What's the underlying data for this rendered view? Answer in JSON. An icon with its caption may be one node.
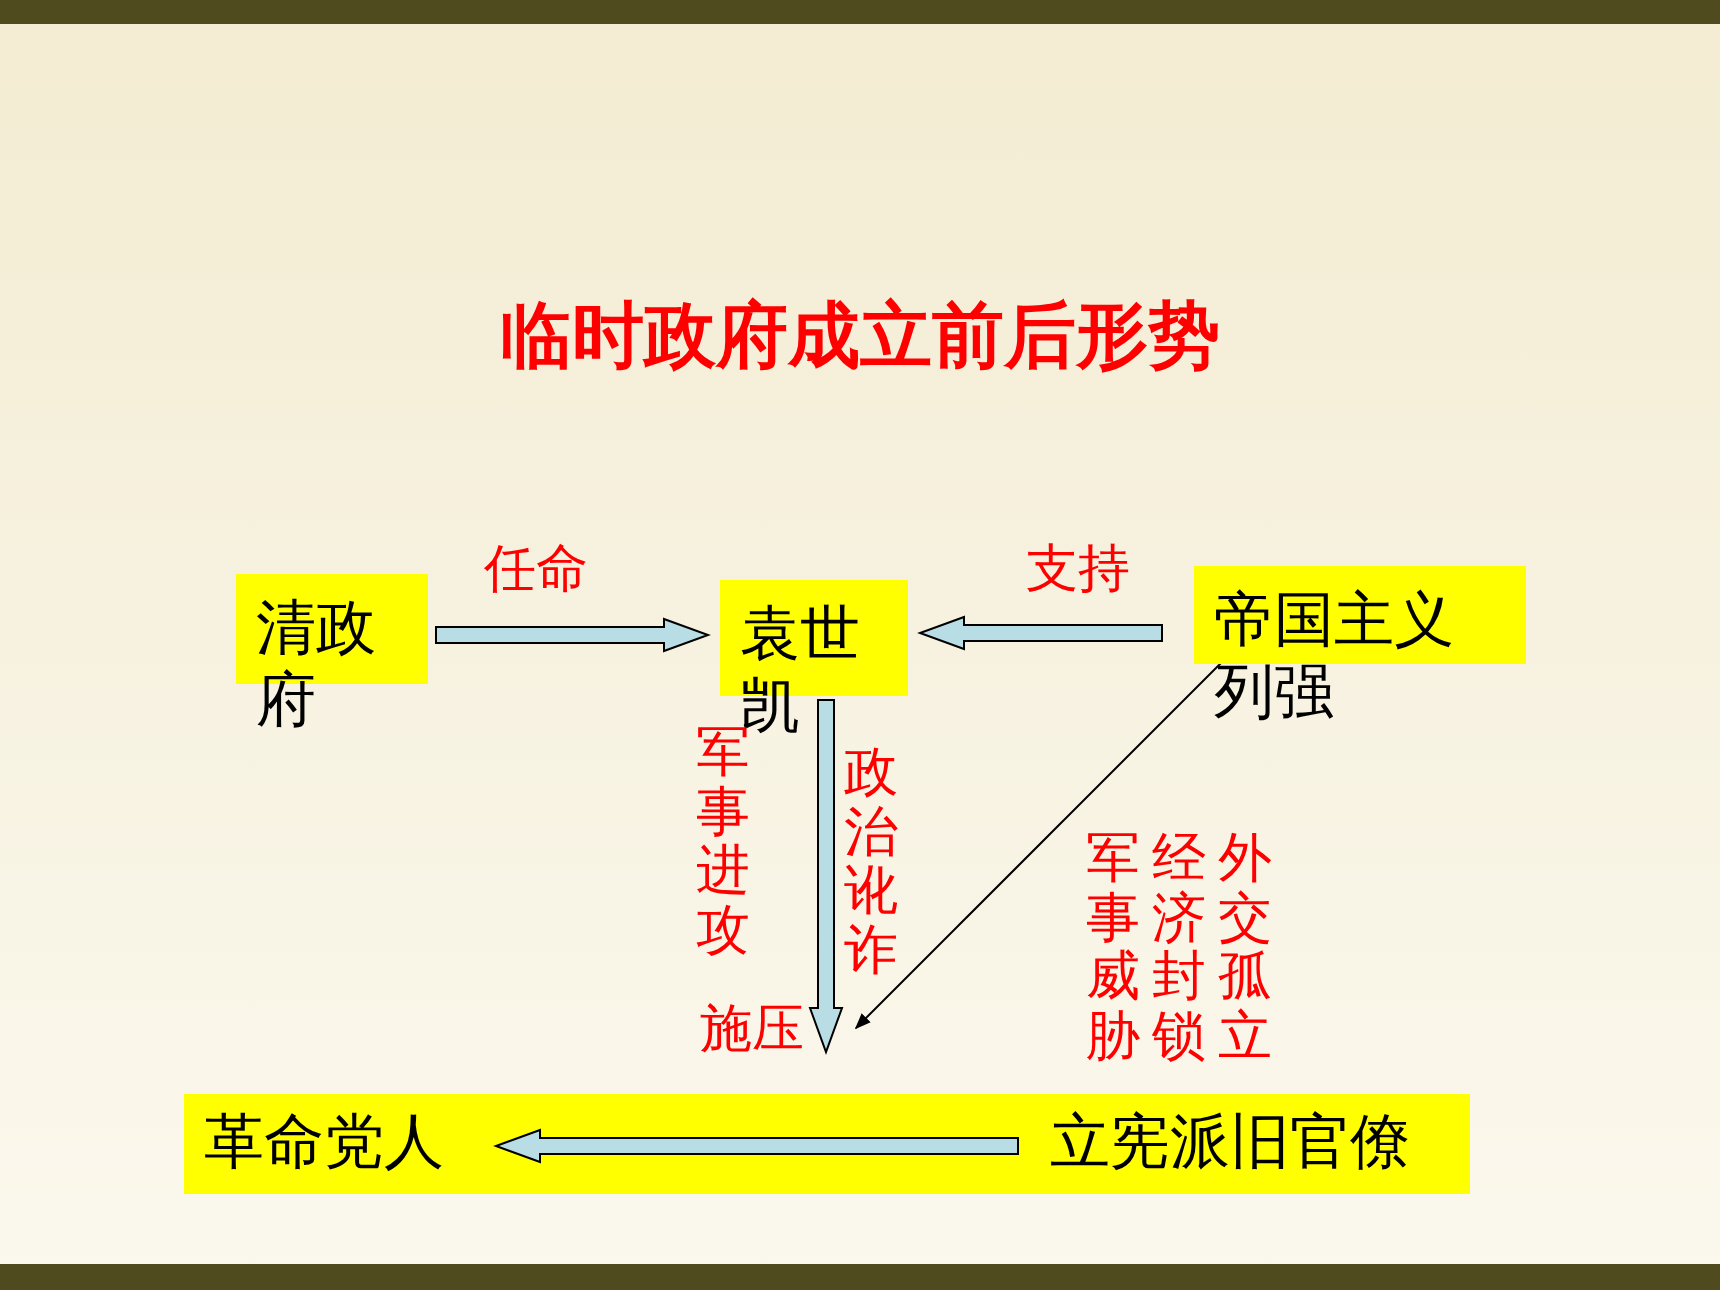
{
  "diagram": {
    "title": "临时政府成立前后形势",
    "nodes": [
      {
        "text": [
          "清政府"
        ]
      },
      {
        "text": [
          "袁世凯"
        ]
      },
      {
        "text": [
          "帝国主义列强"
        ]
      },
      {
        "text": [],
        "shape": "bar"
      },
      {
        "text": [
          "革命党人"
        ],
        "in": 3
      },
      {
        "text": [
          "立宪派旧官僚"
        ],
        "in": 3
      }
    ],
    "edges": [
      {
        "from": 0,
        "to": 1,
        "arrow": "to",
        "label": "任命"
      },
      {
        "from": 2,
        "to": 1,
        "arrow": "to",
        "label": "支持"
      },
      {
        "from": 1,
        "to": 3,
        "arrow": "to",
        "label": "施压"
      },
      {
        "from": 2,
        "to": null,
        "arrow": "to"
      },
      {
        "from": 5,
        "to": 4,
        "arrow": "to"
      }
    ],
    "labels": [
      "军事进攻",
      "政治讹诈",
      "军事威胁",
      "经济封锁",
      "外交孤立"
    ]
  }
}
